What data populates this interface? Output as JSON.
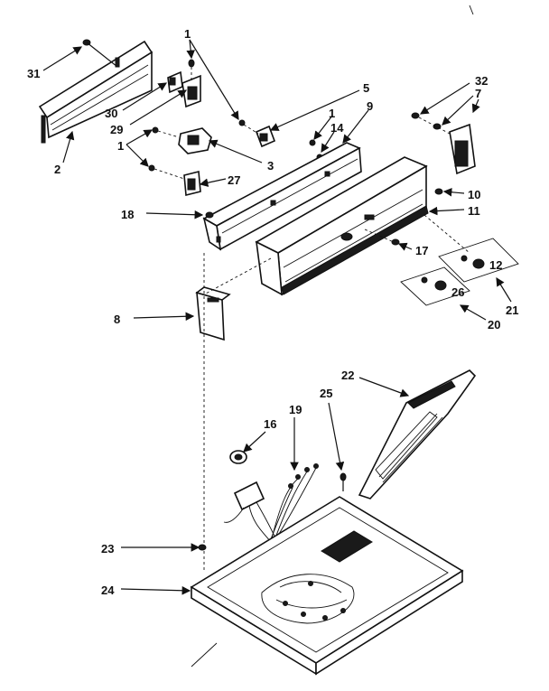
{
  "callouts": {
    "c1": "1",
    "c1b": "1",
    "c1c": "1",
    "c2": "2",
    "c3": "3",
    "c5": "5",
    "c7": "7",
    "c8": "8",
    "c9": "9",
    "c10": "10",
    "c11": "11",
    "c12": "12",
    "c14": "14",
    "c16": "16",
    "c17": "17",
    "c18": "18",
    "c19": "19",
    "c20": "20",
    "c21": "21",
    "c22": "22",
    "c23": "23",
    "c24": "24",
    "c25": "25",
    "c26": "26",
    "c27": "27",
    "c29": "29",
    "c30": "30",
    "c31": "31",
    "c32": "32"
  }
}
